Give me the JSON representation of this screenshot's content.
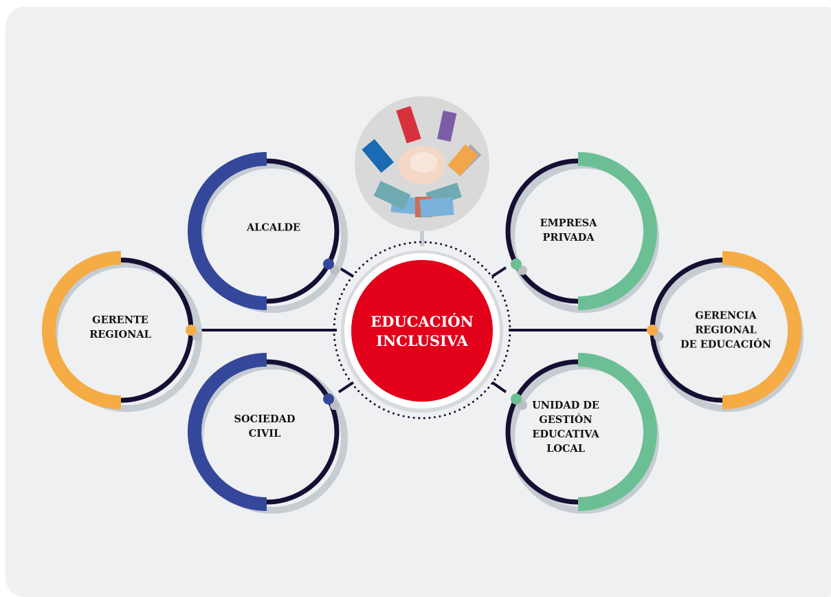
{
  "center": {
    "title_line1": "EDUCACIÓN",
    "title_line2": "INCLUSIVA",
    "image_icon": "stacked-hands-teamwork-icon"
  },
  "nodes": [
    {
      "id": "alcalde",
      "lines": [
        "ALCALDE"
      ],
      "color": "#34479a"
    },
    {
      "id": "sociedad-civil",
      "lines": [
        "SOCIEDAD",
        "CIVIL"
      ],
      "color": "#34479a"
    },
    {
      "id": "gerente-regional",
      "lines": [
        "GERENTE",
        "REGIONAL"
      ],
      "color": "#f5ac45"
    },
    {
      "id": "empresa-privada",
      "lines": [
        "EMPRESA",
        "PRIVADA"
      ],
      "color": "#6cbf95"
    },
    {
      "id": "ugel",
      "lines": [
        "UNIDAD DE",
        "GESTIÓN",
        "EDUCATIVA",
        "LOCAL"
      ],
      "color": "#6cbf95"
    },
    {
      "id": "gerencia-regional",
      "lines": [
        "GERENCIA",
        "REGIONAL",
        "DE EDUCACIÓN"
      ],
      "color": "#f5ac45"
    }
  ],
  "colors": {
    "background": "#eff0f2",
    "dark_ring": "#150f33",
    "shadow": "#c5ccd2",
    "center_red": "#e2001a",
    "blue": "#34479a",
    "green": "#6cbf95",
    "orange": "#f5ac45"
  }
}
